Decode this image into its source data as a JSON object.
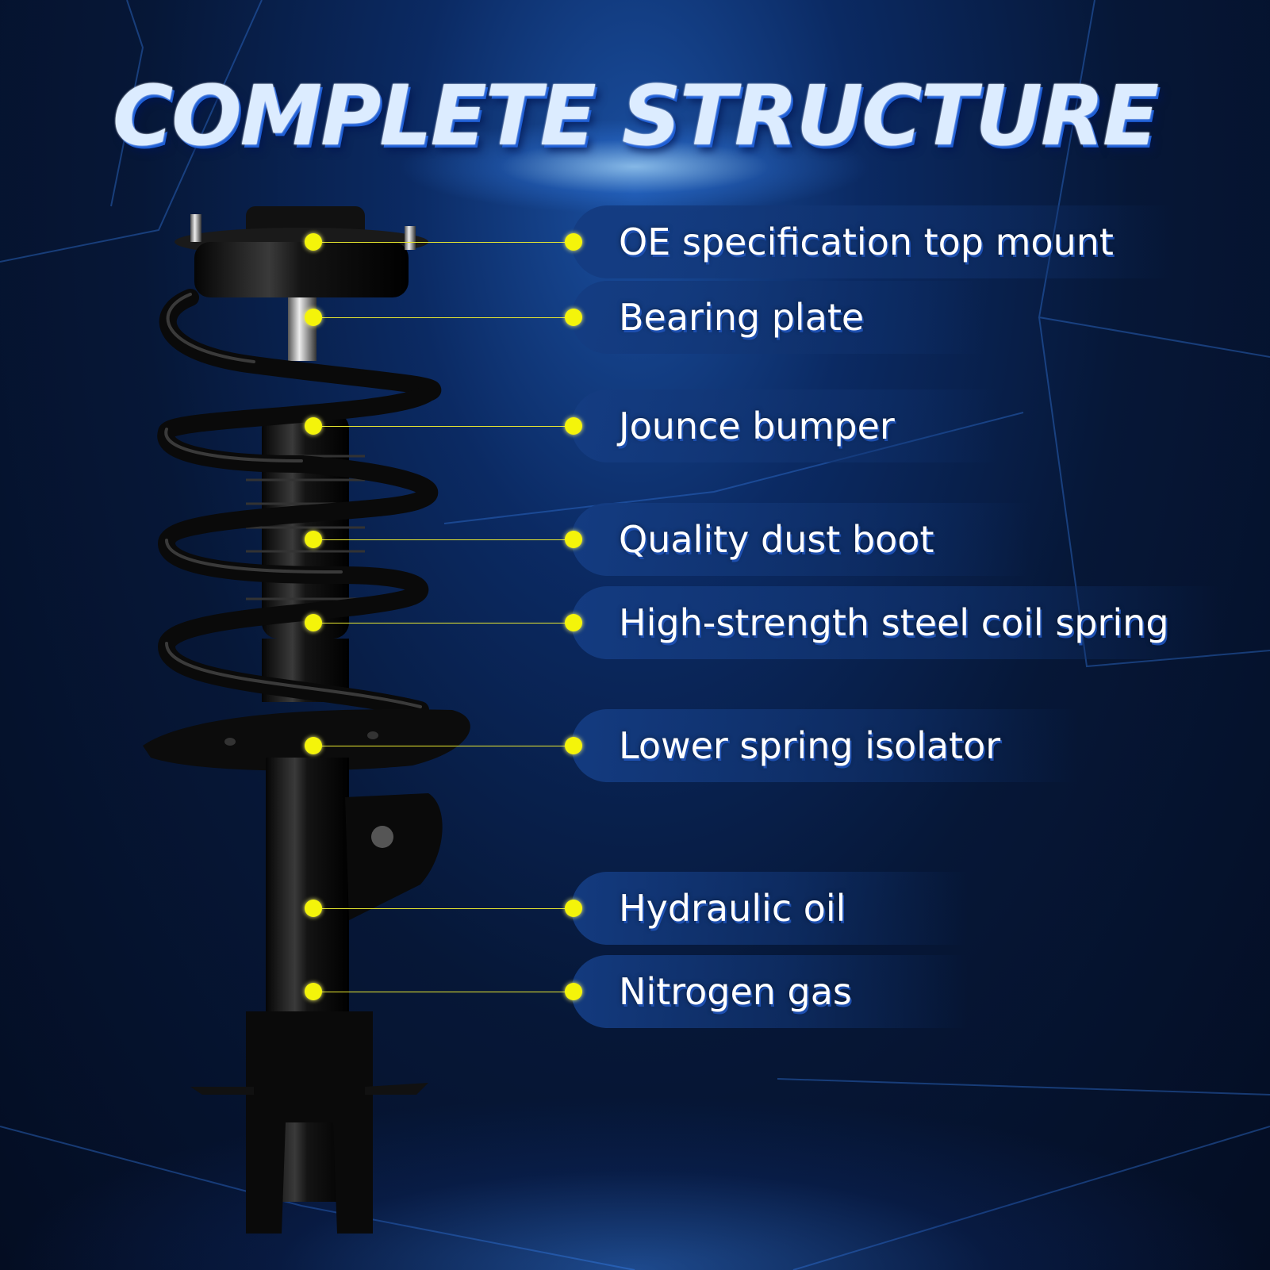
{
  "title": "COMPLETE STRUCTURE",
  "colors": {
    "accent_dot": "#f4f40a",
    "background": "#061737",
    "title_fill": "#dcecff",
    "title_shadow": "#1f5fd6",
    "label_pill": "#143c82"
  },
  "callouts": [
    {
      "label": "OE specification top mount"
    },
    {
      "label": "Bearing plate"
    },
    {
      "label": "Jounce bumper"
    },
    {
      "label": "Quality dust boot"
    },
    {
      "label": "High-strength steel coil spring"
    },
    {
      "label": "Lower spring isolator"
    },
    {
      "label": "Hydraulic oil"
    },
    {
      "label": "Nitrogen gas"
    }
  ]
}
